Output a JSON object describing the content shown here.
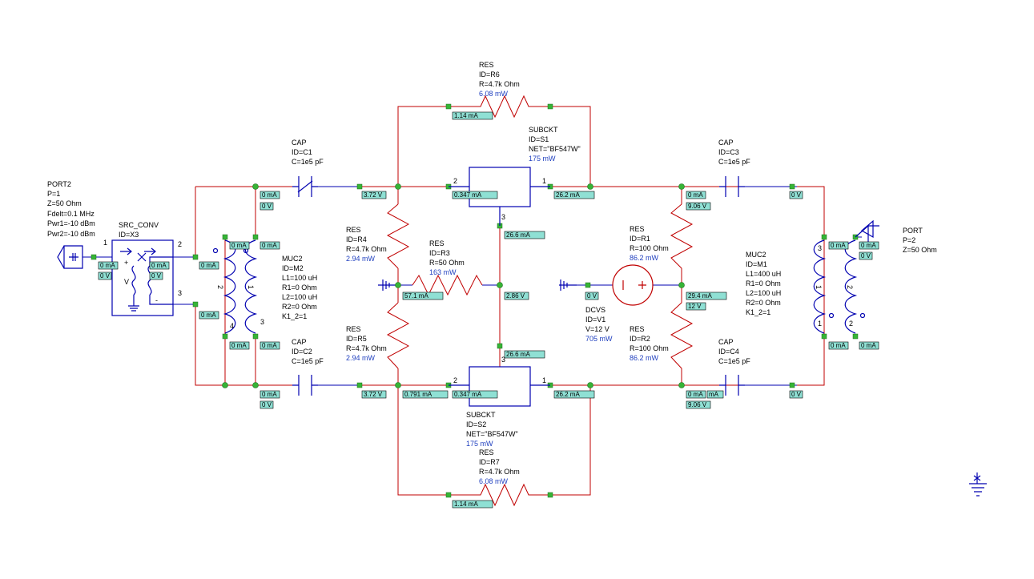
{
  "components": {
    "port2": {
      "type": "PORT2",
      "lines": [
        "P=1",
        "Z=50 Ohm",
        "Fdelt=0.1 MHz",
        "Pwr1=-10 dBm",
        "Pwr2=-10 dBm"
      ],
      "pin": "1"
    },
    "src_conv": {
      "type": "SRC_CONV",
      "lines": [
        "ID=X3"
      ],
      "pins": [
        "2",
        "3"
      ]
    },
    "m2": {
      "type": "MUC2",
      "lines": [
        "ID=M2",
        "L1=100 uH",
        "R1=0 Ohm",
        "L2=100 uH",
        "R2=0 Ohm",
        "K1_2=1"
      ],
      "pins": [
        "4",
        "3"
      ]
    },
    "c1": {
      "type": "CAP",
      "lines": [
        "ID=C1",
        "C=1e5 pF"
      ]
    },
    "c2": {
      "type": "CAP",
      "lines": [
        "ID=C2",
        "C=1e5 pF"
      ]
    },
    "r6": {
      "type": "RES",
      "lines": [
        "ID=R6",
        "R=4.7k Ohm"
      ],
      "power": "6.08 mW"
    },
    "r7": {
      "type": "RES",
      "lines": [
        "ID=R7",
        "R=4.7k Ohm"
      ],
      "power": "6.08 mW"
    },
    "r4": {
      "type": "RES",
      "lines": [
        "ID=R4",
        "R=4.7k Ohm"
      ],
      "power": "2.94 mW"
    },
    "r5": {
      "type": "RES",
      "lines": [
        "ID=R5",
        "R=4.7k Ohm"
      ],
      "power": "2.94 mW"
    },
    "r3": {
      "type": "RES",
      "lines": [
        "ID=R3",
        "R=50 Ohm"
      ],
      "power": "163 mW"
    },
    "s1": {
      "type": "SUBCKT",
      "lines": [
        "ID=S1",
        "NET=\"BF547W\""
      ],
      "power": "175 mW",
      "pins": [
        "2",
        "1",
        "3"
      ]
    },
    "s2": {
      "type": "SUBCKT",
      "lines": [
        "ID=S2",
        "NET=\"BF547W\""
      ],
      "power": "175 mW",
      "pins": [
        "2",
        "1",
        "3"
      ]
    },
    "r1": {
      "type": "RES",
      "lines": [
        "ID=R1",
        "R=100 Ohm"
      ],
      "power": "86.2 mW"
    },
    "r2": {
      "type": "RES",
      "lines": [
        "ID=R2",
        "R=100 Ohm"
      ],
      "power": "86.2 mW"
    },
    "v1": {
      "type": "DCVS",
      "lines": [
        "ID=V1",
        "V=12 V"
      ],
      "power": "705 mW"
    },
    "c3": {
      "type": "CAP",
      "lines": [
        "ID=C3",
        "C=1e5 pF"
      ]
    },
    "c4": {
      "type": "CAP",
      "lines": [
        "ID=C4",
        "C=1e5 pF"
      ]
    },
    "m1": {
      "type": "MUC2",
      "lines": [
        "ID=M1",
        "L1=400 uH",
        "R1=0 Ohm",
        "L2=100 uH",
        "R2=0 Ohm",
        "K1_2=1"
      ],
      "pins": [
        "3",
        "1",
        "2"
      ]
    },
    "port": {
      "type": "PORT",
      "lines": [
        "P=2",
        "Z=50 Ohm"
      ]
    }
  },
  "annotations": [
    "0 mA",
    "0 V",
    "0 mA",
    "0 V",
    "0 mA",
    "0 mA",
    "0 mA",
    "0 mA",
    "0 mA",
    "0 mA",
    "0 mA",
    "0 V",
    "3.72 V",
    "0 mA",
    "0 V",
    "3.72 V",
    "1.14 mA",
    "1.14 mA",
    "0.347 mA",
    "26.2 mA",
    "26.6 mA",
    "2.86 V",
    "57.1 mA",
    "26.6 mA",
    "0.791 mA",
    "0.347 mA",
    "26.2 mA",
    "0 V",
    "0 mA",
    "9.06 V",
    "29.4 mA",
    "12 V",
    "0 mA",
    "mA",
    "9.06 V",
    "0 V",
    "0 V",
    "0 mA",
    "0 V",
    "0 mA",
    "0 mA",
    "0 mA"
  ]
}
